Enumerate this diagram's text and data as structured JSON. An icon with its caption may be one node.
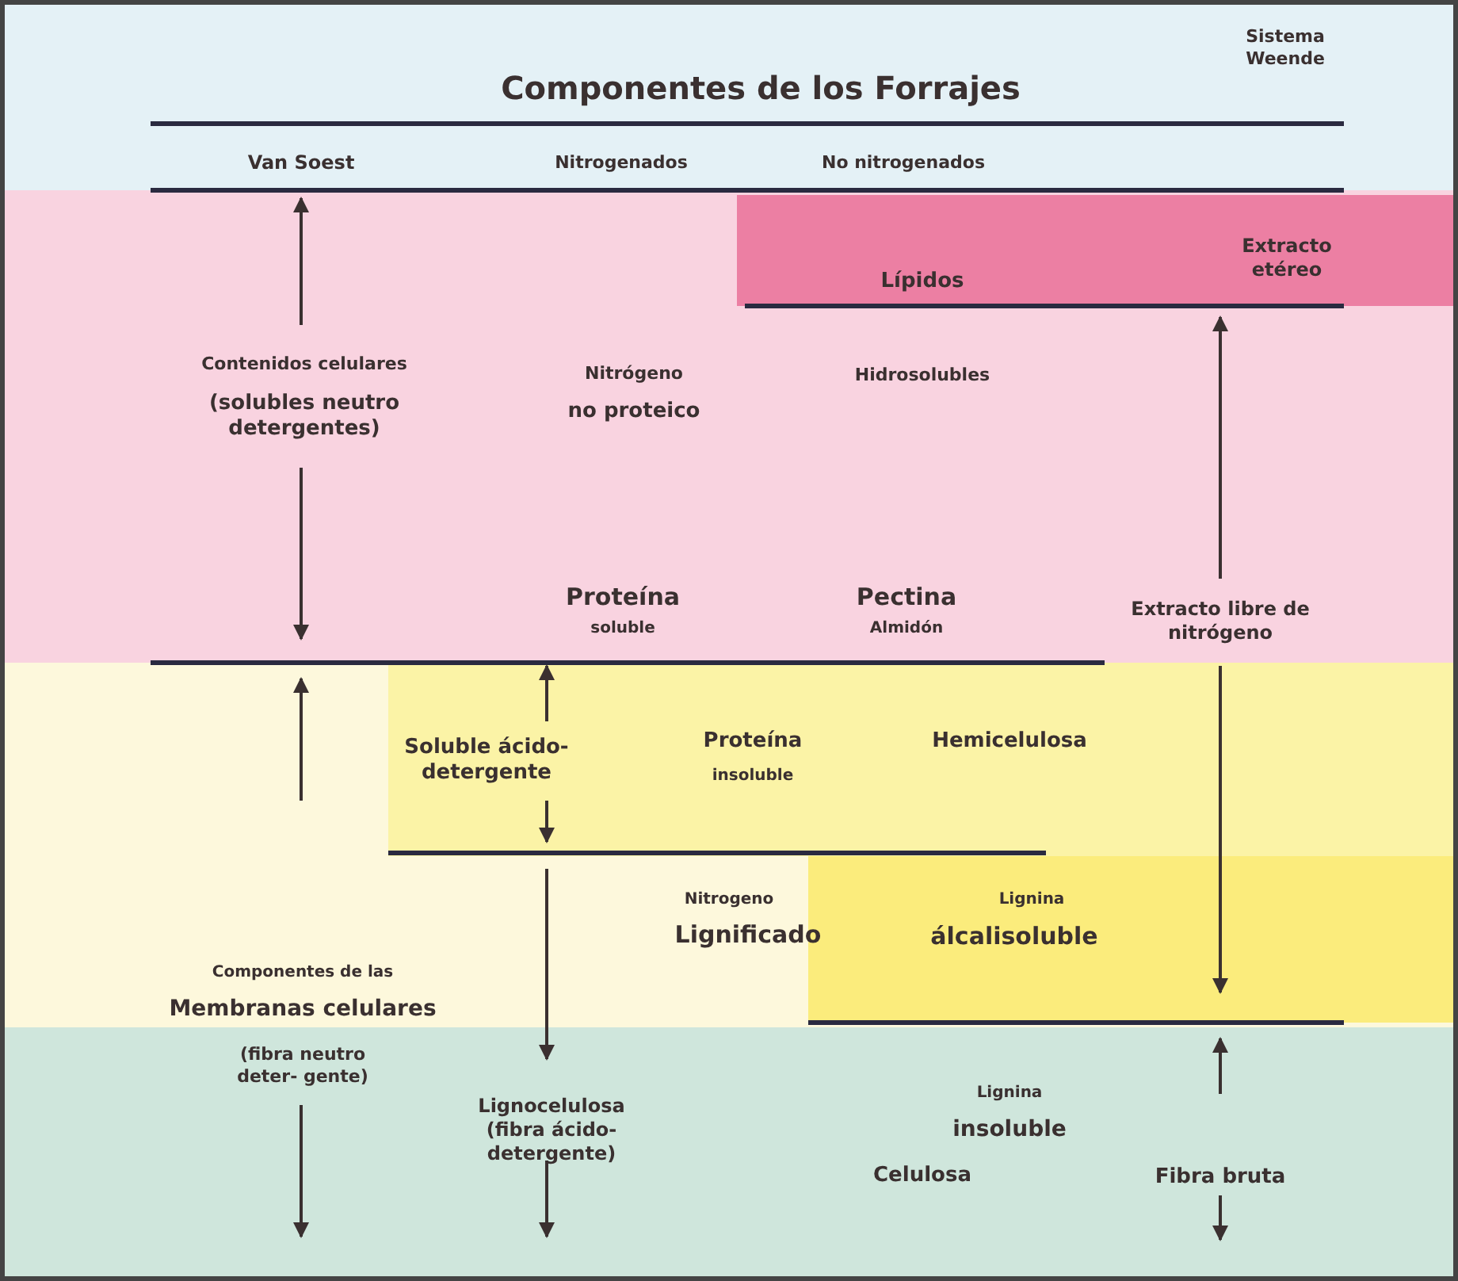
{
  "diagram": {
    "title": "Componentes de los Forrajes",
    "labels": [
      "Sistema Weende",
      "Van Soest",
      "Nitrogenados",
      "No nitrogenados",
      "Lípidos",
      "Extracto etéreo",
      "Contenidos celulares",
      "(solubles neutro detergentes)",
      "Nitrógeno",
      "no proteico",
      "Hidrosolubles",
      "Proteína",
      "soluble",
      "Pectina",
      "Almidón",
      "Extracto libre de nitrógeno",
      "Soluble ácido- detergente",
      "Proteína",
      "insoluble",
      "Hemicelulosa",
      "Nitrogeno",
      "Lignificado",
      "Lignina",
      "álcalisoluble",
      "Componentes de las",
      "Membranas celulares",
      "(fibra neutro deter- gente)",
      "Lignocelulosa (fibra ácido- detergente)",
      "Lignina",
      "insoluble",
      "Celulosa",
      "Fibra bruta"
    ]
  }
}
